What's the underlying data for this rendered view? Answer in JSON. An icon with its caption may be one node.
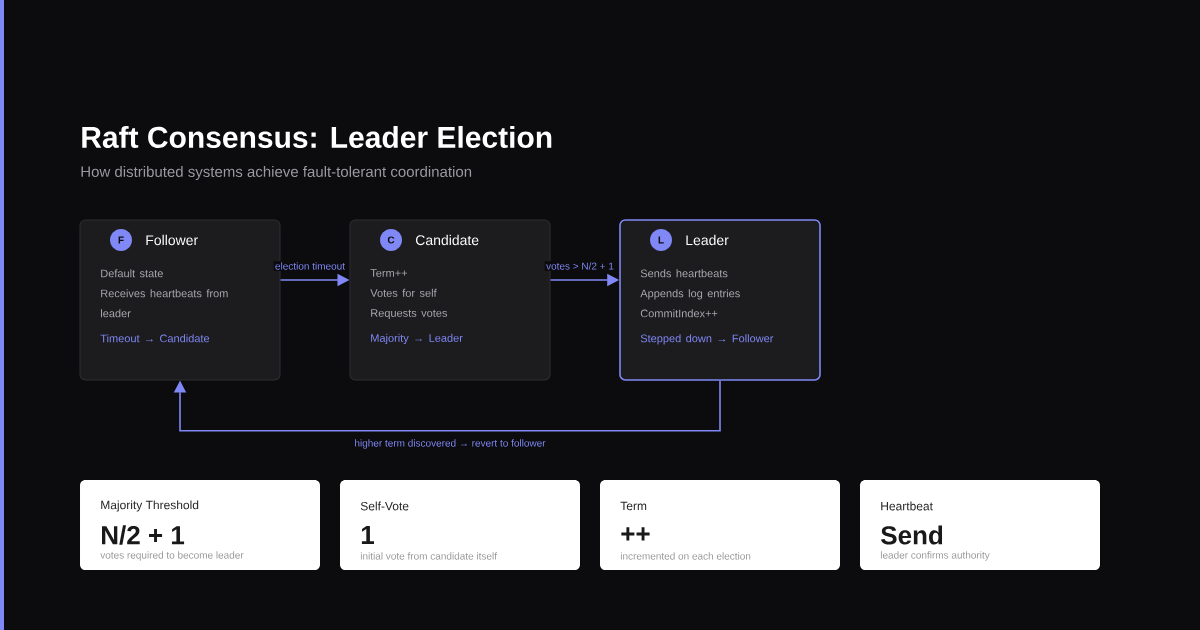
{
  "diagram": {
    "title": "Raft Consensus: Leader Election",
    "nodes": [
      {
        "text": [
          "Follower",
          "Default state",
          "Receives heartbeats from leader",
          "Timeout → Candidate"
        ]
      },
      {
        "text": [
          "F"
        ],
        "in": 0
      },
      {
        "text": [
          "Candidate",
          "Term++",
          "Votes for self",
          "Requests votes",
          "Majority → Leader"
        ]
      },
      {
        "text": [
          "C"
        ],
        "in": 2
      },
      {
        "text": [
          "Leader",
          "Sends heartbeats",
          "Appends log entries",
          "CommitIndex++",
          "Stepped down → Follower"
        ]
      },
      {
        "text": [
          "L"
        ],
        "in": 4
      },
      {
        "text": [
          "Majority Threshold",
          "N/2 + 1",
          "votes required to become leader"
        ]
      },
      {
        "text": [
          "Self-Vote",
          "1",
          "initial vote from candidate itself"
        ]
      },
      {
        "text": [
          "Term",
          "++",
          "incremented on each election"
        ]
      },
      {
        "text": [
          "Heartbeat",
          "Send",
          "leader confirms authority"
        ]
      }
    ],
    "edges": [
      {
        "from": 0,
        "to": 2,
        "arrow": "to",
        "label": "election timeout"
      },
      {
        "from": 2,
        "to": 4,
        "arrow": "to",
        "label": "votes > N/2 + 1"
      },
      {
        "from": 4,
        "to": 0,
        "arrow": "to",
        "label": "higher term discovered → revert to follower"
      }
    ],
    "labels": [
      "How distributed systems achieve fault-tolerant coordination"
    ]
  }
}
